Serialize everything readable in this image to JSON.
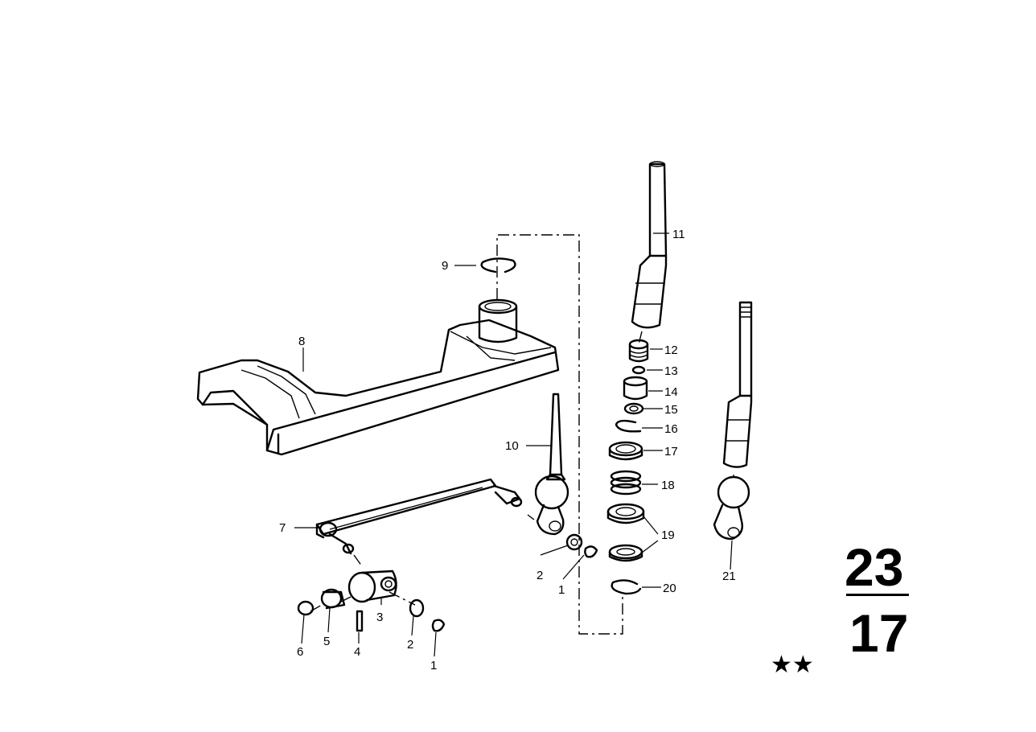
{
  "diagram": {
    "callouts": [
      "1",
      "2",
      "3",
      "4",
      "5",
      "6",
      "7",
      "8",
      "9",
      "10",
      "11",
      "12",
      "13",
      "14",
      "15",
      "16",
      "17",
      "18",
      "19",
      "20",
      "21",
      "2",
      "1"
    ],
    "group_number": "23",
    "sub_number": "17",
    "rating_symbol": "★★"
  }
}
